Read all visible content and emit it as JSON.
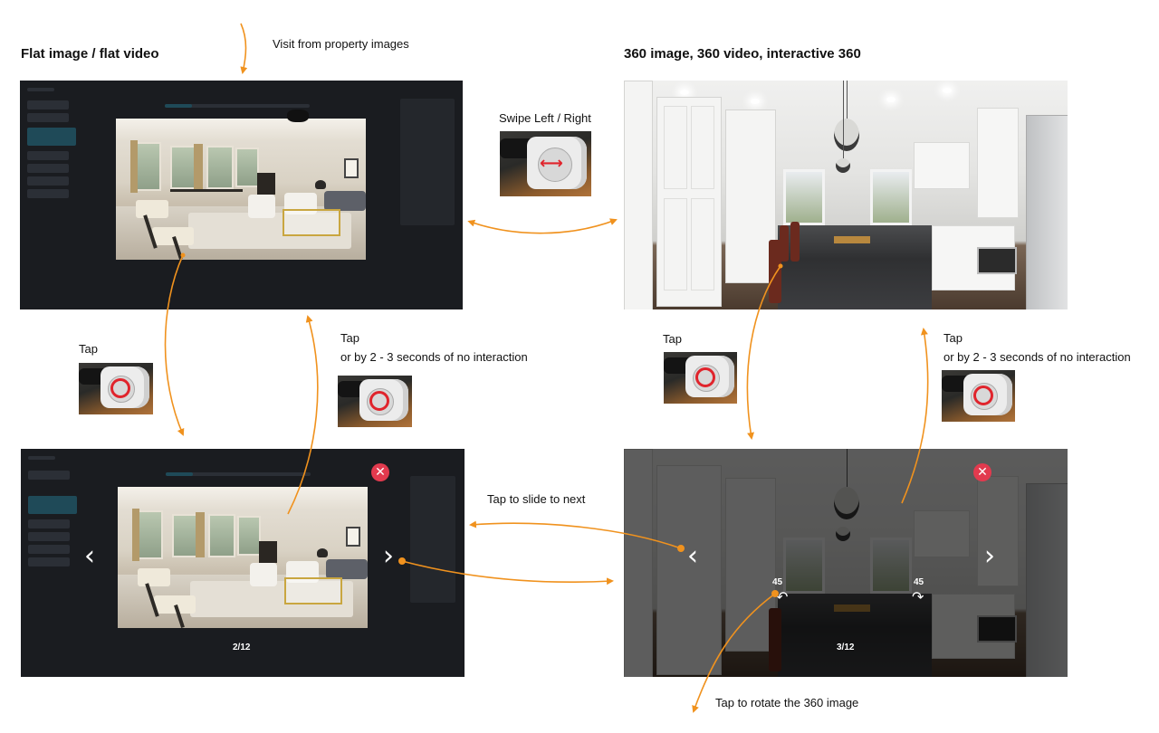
{
  "colors": {
    "arrow": "#f0921e",
    "close": "#e23a4e",
    "dark_screen": "#1a1c20"
  },
  "titles": {
    "flat": "Flat image / flat video",
    "three_sixty": "360 image, 360 video, interactive 360"
  },
  "labels": {
    "visit": "Visit from property images",
    "swipe": "Swipe Left / Right",
    "tap_left": "Tap",
    "tap_mid": "Tap",
    "tap_mid_sub": "or by 2 - 3 seconds of no interaction",
    "tap_right_down": "Tap",
    "tap_right_up": "Tap",
    "tap_right_up_sub": "or by 2 - 3 seconds of no interaction",
    "slide_next": "Tap to slide to next",
    "rotate": "Tap to rotate the 360 image"
  },
  "overlays": {
    "flat_page": "2/12",
    "pano_page": "3/12",
    "rotate_left_deg": "45",
    "rotate_right_deg": "45",
    "prev_icon": "chevron-left-icon",
    "next_icon": "chevron-right-icon",
    "close_icon": "close-icon"
  }
}
